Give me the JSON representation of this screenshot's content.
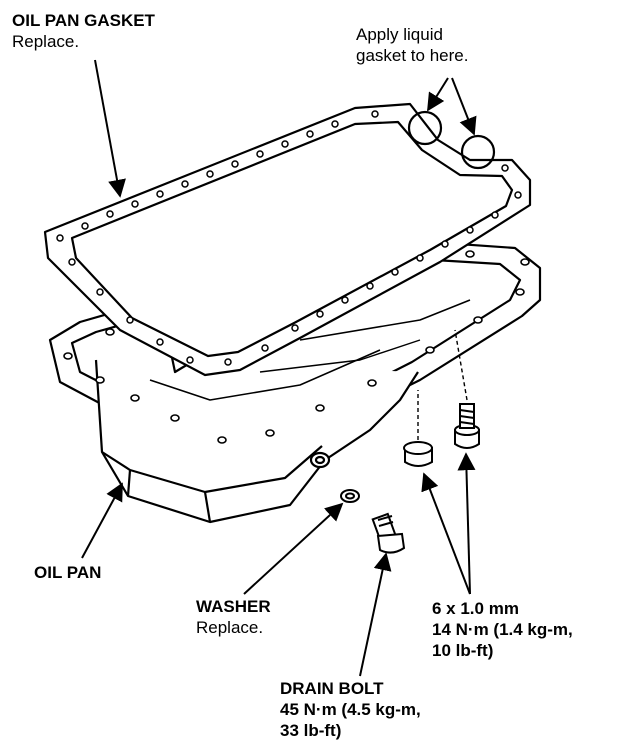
{
  "labels": {
    "oil_pan_gasket": {
      "title": "OIL PAN GASKET",
      "note": "Replace."
    },
    "liquid_gasket": {
      "line1": "Apply liquid",
      "line2": "gasket to here."
    },
    "oil_pan": {
      "title": "OIL PAN"
    },
    "washer": {
      "title": "WASHER",
      "note": "Replace."
    },
    "pan_bolt": {
      "line1": "6 x 1.0 mm",
      "line2": "14 N·m (1.4 kg-m,",
      "line3": "10 lb-ft)"
    },
    "drain_bolt": {
      "title": "DRAIN BOLT",
      "line2": "45 N·m (4.5 kg-m,",
      "line3": "33 lb-ft)"
    }
  },
  "colors": {
    "ink": "#000000",
    "paper": "#ffffff"
  }
}
